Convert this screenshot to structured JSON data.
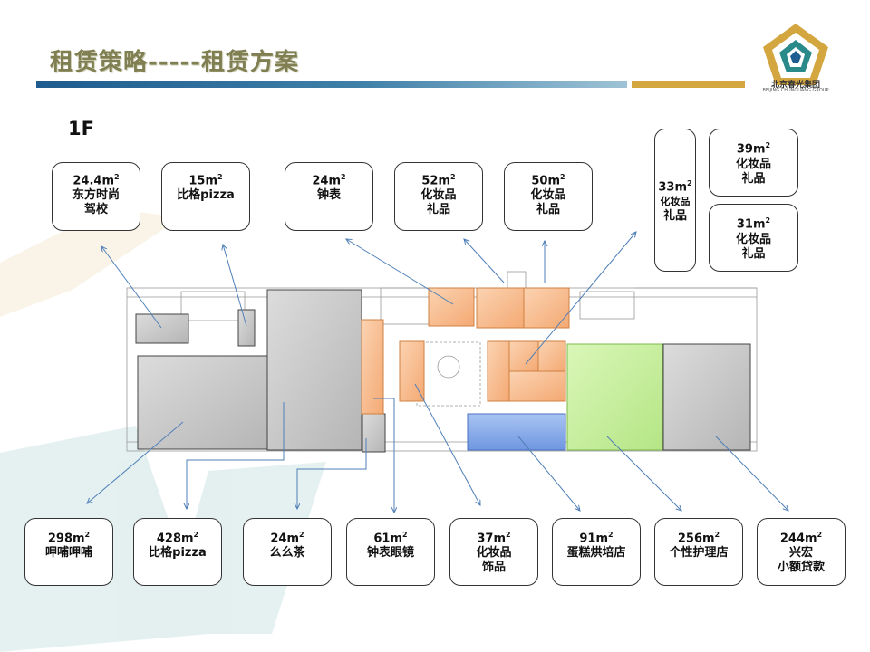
{
  "header": {
    "title": "租赁策略-----租赁方案",
    "company_name": "北京春光集团",
    "company_en": "BEIJING CHUNGUANG GROUP"
  },
  "floor_label": "1F",
  "top_units": [
    {
      "area": "24.4m",
      "name_lines": [
        "东方时尚",
        "驾校"
      ]
    },
    {
      "area": "15m",
      "name_lines": [
        "比格pizza"
      ]
    },
    {
      "area": "24m",
      "name_lines": [
        "钟表"
      ]
    },
    {
      "area": "52m",
      "name_lines": [
        "化妆品",
        "礼品"
      ]
    },
    {
      "area": "50m",
      "name_lines": [
        "化妆品",
        "礼品"
      ]
    },
    {
      "area": "33m",
      "name_lines": [
        "化妆品",
        "礼品"
      ]
    },
    {
      "area": "39m",
      "name_lines": [
        "化妆品",
        "礼品"
      ]
    },
    {
      "area": "31m",
      "name_lines": [
        "化妆品",
        "礼品"
      ]
    }
  ],
  "bottom_units": [
    {
      "area": "298m",
      "name_lines": [
        "呷哺呷哺"
      ]
    },
    {
      "area": "428m",
      "name_lines": [
        "比格pizza"
      ]
    },
    {
      "area": "24m",
      "name_lines": [
        "么么茶"
      ]
    },
    {
      "area": "61m",
      "name_lines": [
        "钟表眼镜"
      ]
    },
    {
      "area": "37m",
      "name_lines": [
        "化妆品",
        "饰品"
      ]
    },
    {
      "area": "91m",
      "name_lines": [
        "蛋糕烘培店"
      ]
    },
    {
      "area": "256m",
      "name_lines": [
        "个性护理店"
      ]
    },
    {
      "area": "244m",
      "name_lines": [
        "兴宏",
        "小额贷款"
      ]
    }
  ],
  "colors": {
    "gray_zone": "#c8c8c8",
    "orange_zone": "#f7b98a",
    "blue_zone": "#8fb0ec",
    "green_zone": "#c6ef9f",
    "arrow": "#4f7fb8",
    "title": "#7f7f52"
  }
}
